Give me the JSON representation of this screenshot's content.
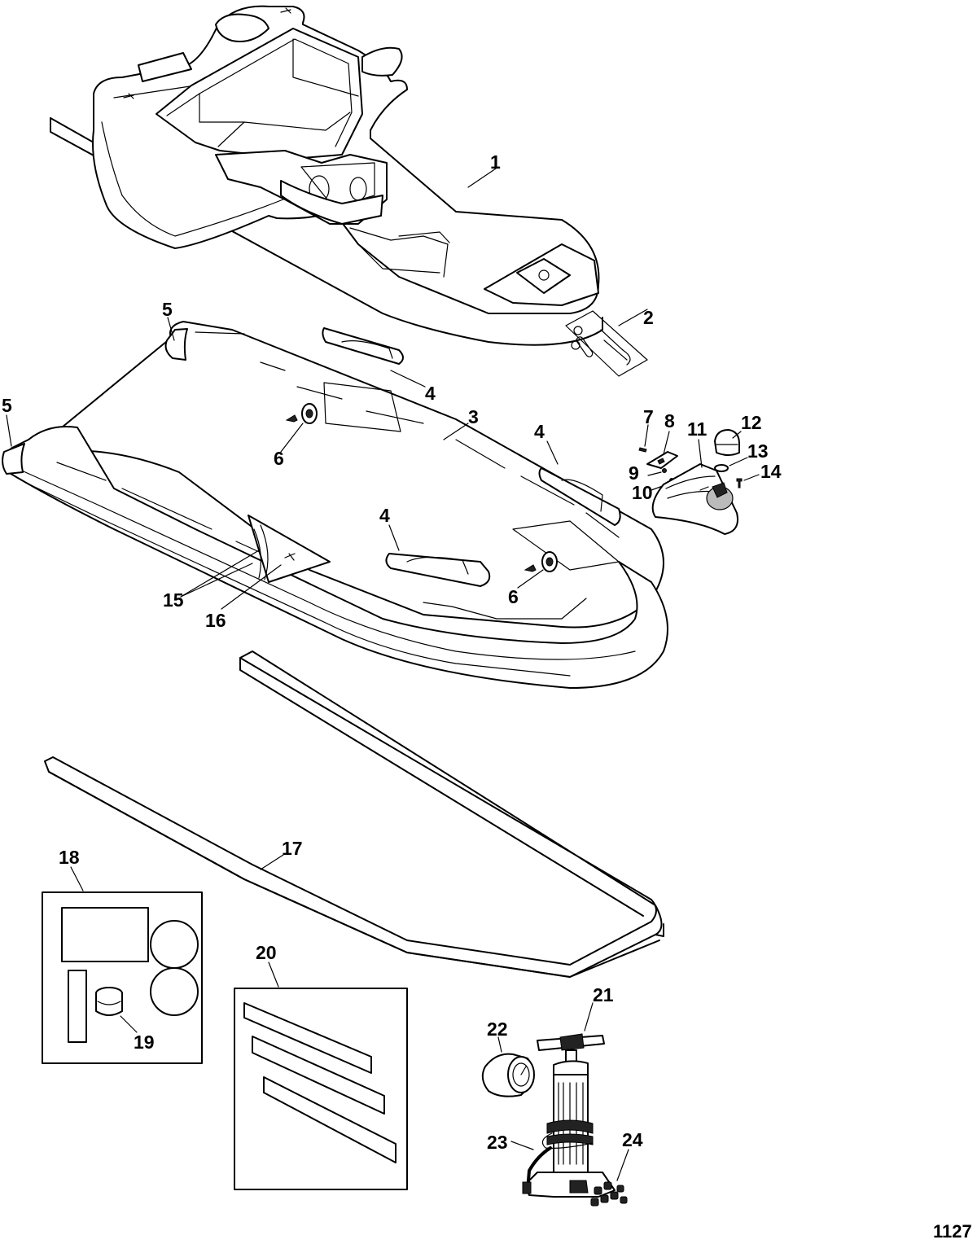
{
  "callouts": [
    {
      "id": "c1",
      "label": "1"
    },
    {
      "id": "c2",
      "label": "2"
    },
    {
      "id": "c3",
      "label": "3"
    },
    {
      "id": "c4a",
      "label": "4"
    },
    {
      "id": "c4b",
      "label": "4"
    },
    {
      "id": "c4c",
      "label": "4"
    },
    {
      "id": "c5a",
      "label": "5"
    },
    {
      "id": "c5b",
      "label": "5"
    },
    {
      "id": "c6a",
      "label": "6"
    },
    {
      "id": "c6b",
      "label": "6"
    },
    {
      "id": "c7",
      "label": "7"
    },
    {
      "id": "c8",
      "label": "8"
    },
    {
      "id": "c9",
      "label": "9"
    },
    {
      "id": "c10",
      "label": "10"
    },
    {
      "id": "c11",
      "label": "11"
    },
    {
      "id": "c12",
      "label": "12"
    },
    {
      "id": "c13",
      "label": "13"
    },
    {
      "id": "c14",
      "label": "14"
    },
    {
      "id": "c15",
      "label": "15"
    },
    {
      "id": "c16",
      "label": "16"
    },
    {
      "id": "c17",
      "label": "17"
    },
    {
      "id": "c18",
      "label": "18"
    },
    {
      "id": "c19",
      "label": "19"
    },
    {
      "id": "c20",
      "label": "20"
    },
    {
      "id": "c21",
      "label": "21"
    },
    {
      "id": "c22",
      "label": "22"
    },
    {
      "id": "c23",
      "label": "23"
    },
    {
      "id": "c24",
      "label": "24"
    }
  ],
  "page_number": "1127"
}
